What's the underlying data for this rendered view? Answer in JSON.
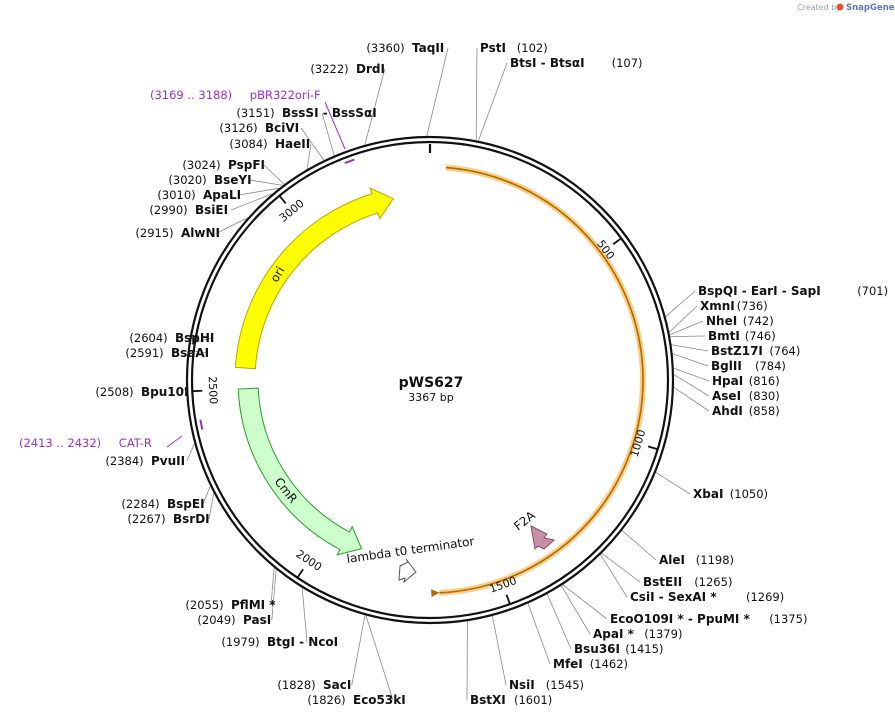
{
  "header": {
    "created_by": "Created by",
    "brand": "SnapGene"
  },
  "plasmid": {
    "name": "pWS627",
    "size_label": "3367 bp",
    "length": 3367
  },
  "ticks": [
    {
      "bp": 500,
      "label": "500"
    },
    {
      "bp": 1000,
      "label": "1000"
    },
    {
      "bp": 1500,
      "label": "1500"
    },
    {
      "bp": 2000,
      "label": "2000"
    },
    {
      "bp": 2500,
      "label": "2500"
    },
    {
      "bp": 3000,
      "label": "3000"
    }
  ],
  "features": [
    {
      "name": "ori",
      "start": 2560,
      "end": 3260,
      "direction": "forward",
      "fill": "#ffff00",
      "stroke": "#b8a800"
    },
    {
      "name": "CmR",
      "start": 1890,
      "end": 2500,
      "direction": "reverse",
      "fill": "#ccffcc",
      "stroke": "#2e9a2e"
    },
    {
      "name": "lambda t0 terminator",
      "start": 1860,
      "end": 1885,
      "direction": "forward",
      "fill": "#ffffff",
      "stroke": "#555555"
    },
    {
      "name": "F2A",
      "start": 1145,
      "end": 1180,
      "direction": "reverse",
      "fill": "#c98fa6",
      "stroke": "#8a5068"
    }
  ],
  "orange_arc": {
    "start": 40,
    "end": 1660,
    "color": "#f5a623"
  },
  "left_sites": [
    {
      "name": "TaqII",
      "position": "(3360)",
      "bp": 3360
    },
    {
      "name": "DrdI",
      "position": "(3222)",
      "bp": 3222
    },
    {
      "name": "BssSI  - BssSαI",
      "position": "(3151)",
      "bp": 3151
    },
    {
      "name": "BciVI",
      "position": "(3126)",
      "bp": 3126
    },
    {
      "name": "HaeII",
      "position": "(3084)",
      "bp": 3084
    },
    {
      "name": "PspFI",
      "position": "(3024)",
      "bp": 3024
    },
    {
      "name": "BseYI",
      "position": "(3020)",
      "bp": 3020
    },
    {
      "name": "ApaLI",
      "position": "(3010)",
      "bp": 3010
    },
    {
      "name": "BsiEI",
      "position": "(2990)",
      "bp": 2990
    },
    {
      "name": "AlwNI",
      "position": "(2915)",
      "bp": 2915
    },
    {
      "name": "BspHI",
      "position": "(2604)",
      "bp": 2604
    },
    {
      "name": "BsaAI",
      "position": "(2591)",
      "bp": 2591
    },
    {
      "name": "Bpu10I",
      "position": "(2508)",
      "bp": 2508
    },
    {
      "name": "PvuII",
      "position": "(2384)",
      "bp": 2384
    },
    {
      "name": "BspEI",
      "position": "(2284)",
      "bp": 2284
    },
    {
      "name": "BsrDI",
      "position": "(2267)",
      "bp": 2267
    },
    {
      "name": "PflMI *",
      "position": "(2055)",
      "bp": 2055
    },
    {
      "name": "PasI",
      "position": "(2049)",
      "bp": 2049
    },
    {
      "name": "BtgI  - NcoI",
      "position": "(1979)",
      "bp": 1979
    },
    {
      "name": "SacI",
      "position": "(1828)",
      "bp": 1828
    },
    {
      "name": "Eco53kI",
      "position": "(1826)",
      "bp": 1826
    }
  ],
  "right_sites": [
    {
      "name": "PstI",
      "position": "(102)",
      "bp": 102
    },
    {
      "name": "BtsI  - BtsαI",
      "position": "(107)",
      "bp": 107
    },
    {
      "name": "BspQI  - EarI  - SapI",
      "position": "(701)",
      "bp": 701
    },
    {
      "name": "XmnI",
      "position": "(736)",
      "bp": 736
    },
    {
      "name": "NheI",
      "position": "(742)",
      "bp": 742
    },
    {
      "name": "BmtI",
      "position": "(746)",
      "bp": 746
    },
    {
      "name": "BstZ17I",
      "position": "(764)",
      "bp": 764
    },
    {
      "name": "BglII",
      "position": "(784)",
      "bp": 784
    },
    {
      "name": "HpaI",
      "position": "(816)",
      "bp": 816
    },
    {
      "name": "AseI",
      "position": "(830)",
      "bp": 830
    },
    {
      "name": "AhdI",
      "position": "(858)",
      "bp": 858
    },
    {
      "name": "XbaI",
      "position": "(1050)",
      "bp": 1050
    },
    {
      "name": "AleI",
      "position": "(1198)",
      "bp": 1198
    },
    {
      "name": "BstEII",
      "position": "(1265)",
      "bp": 1265
    },
    {
      "name": "CsiI  - SexAI *",
      "position": "(1269)",
      "bp": 1269
    },
    {
      "name": "EcoO109I *  - PpuMI *",
      "position": "(1375)",
      "bp": 1375
    },
    {
      "name": "ApaI *",
      "position": "(1379)",
      "bp": 1379
    },
    {
      "name": "Bsu36I",
      "position": "(1415)",
      "bp": 1415
    },
    {
      "name": "MfeI",
      "position": "(1462)",
      "bp": 1462
    },
    {
      "name": "NsiI",
      "position": "(1545)",
      "bp": 1545
    },
    {
      "name": "BstXI",
      "position": "(1601)",
      "bp": 1601
    }
  ],
  "primers": [
    {
      "name": "pBR322ori-F",
      "range": "(3169 .. 3188)",
      "bp": 3178
    },
    {
      "name": "CAT-R",
      "range": "(2413 .. 2432)",
      "bp": 2422
    }
  ]
}
